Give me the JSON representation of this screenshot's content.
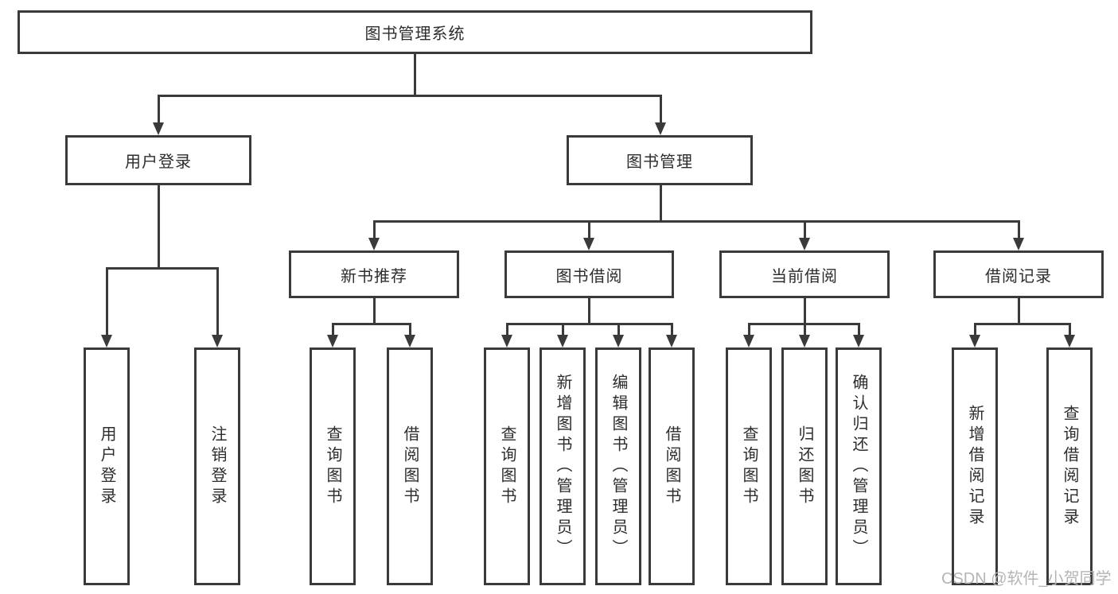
{
  "tree": {
    "root": "图书管理系统",
    "level2": [
      "用户登录",
      "图书管理"
    ],
    "level3": [
      "新书推荐",
      "图书借阅",
      "当前借阅",
      "借阅记录"
    ],
    "leaves_user_login": [
      "用户登录",
      "注销登录"
    ],
    "leaves_new_book": [
      "查询图书",
      "借阅图书"
    ],
    "leaves_book_borrow": [
      "查询图书",
      "新增图书（管理员）",
      "编辑图书（管理员）",
      "借阅图书"
    ],
    "leaves_current_borrow": [
      "查询图书",
      "归还图书",
      "确认归还（管理员）"
    ],
    "leaves_borrow_record": [
      "新增借阅记录",
      "查询借阅记录"
    ]
  },
  "watermark": "CSDN @软件_小贺同学",
  "colors": {
    "line": "#3a3a3a",
    "text": "#2d2d2d",
    "watermark": "#b5b5b5",
    "background": "#ffffff"
  }
}
